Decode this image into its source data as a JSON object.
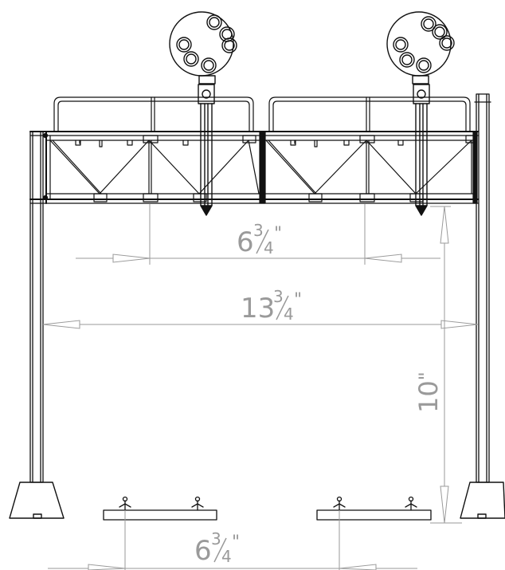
{
  "diagram": {
    "colors": {
      "line": "#111111",
      "dimension": "#9a9a9a",
      "background": "#ffffff"
    },
    "dimensions": {
      "head_spacing": {
        "whole": "6",
        "num": "3",
        "den": "4",
        "unit": "\""
      },
      "overall_width": {
        "whole": "13",
        "num": "3",
        "den": "4",
        "unit": "\""
      },
      "clearance_height": {
        "whole": "10",
        "unit": "\""
      },
      "base_spacing": {
        "whole": "6",
        "num": "3",
        "den": "4",
        "unit": "\""
      }
    }
  }
}
